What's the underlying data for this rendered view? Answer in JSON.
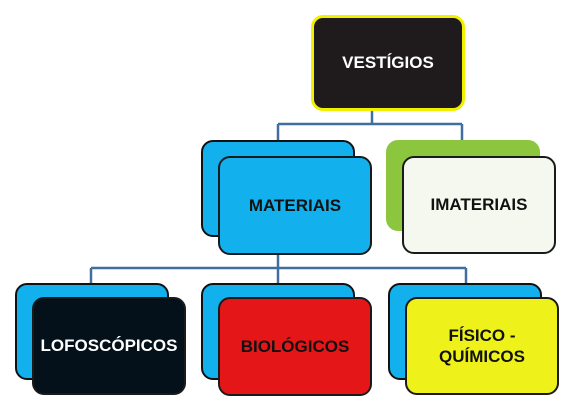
{
  "nodes": {
    "vestigios": {
      "label": "VESTÍGIOS",
      "fill": "#1f1a1b",
      "border": "#f0f000",
      "text": "#ffffff"
    },
    "materiais": {
      "label": "MATERIAIS",
      "fill": "#13b0ee",
      "back_fill": "#13b0ee",
      "text": "#111111"
    },
    "imateriais": {
      "label": "IMATERIAIS",
      "fill": "#f4f8ee",
      "back_fill": "#8cc63f",
      "text": "#111111"
    },
    "lofoscopicos": {
      "label": "LOFOSCÓPICOS",
      "fill": "#04111a",
      "back_fill": "#13b0ee",
      "text": "#ffffff"
    },
    "biologicos": {
      "label": "BIOLÓGICOS",
      "fill": "#e41618",
      "back_fill": "#13b0ee",
      "text": "#111111"
    },
    "fisico_quimicos": {
      "label_line1": "FÍSICO -",
      "label_line2": "QUÍMICOS",
      "fill": "#eef21a",
      "back_fill": "#13b0ee",
      "text": "#111111"
    }
  },
  "connector_color": "#3f6f9f"
}
